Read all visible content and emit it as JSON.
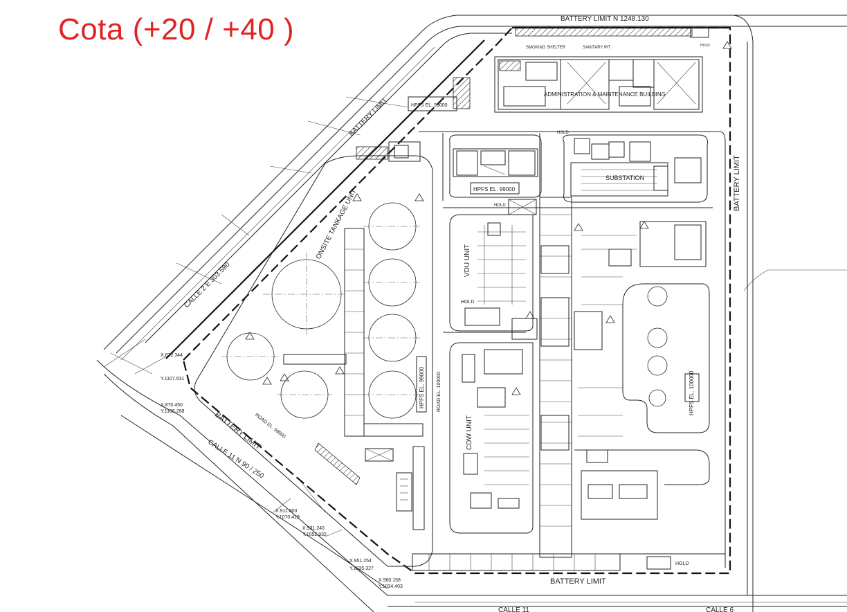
{
  "title": "Cota (+20 / +40 )",
  "labels": {
    "battery_limit_top": "BATTERY LIMIT  N 1248.130",
    "battery_limit_right": "BATTERY LIMIT",
    "battery_limit_bottom": "BATTERY LIMIT",
    "battery_limit_diag_upper": "BATTERY LIMIT",
    "battery_limit_diag_lower": "BATTERY LIMIT",
    "calle_upper": "CALLE 2    E 303.590",
    "calle_lower": "CALLE 11    N 90 / 250",
    "calle_bottom": "CALLE 11",
    "calle_bottom_right": "CALLE 6",
    "smoking_shelter": "SMOKING SHELTER",
    "sanitary_pit": "SANITARY PIT",
    "admin_building": "ADMINISTRATION & MAINTENANCE BUILDING",
    "substation": "SUBSTATION",
    "onsite_tankage": "ONSITE TANKAGE UNIT",
    "vdu_unit": "VDU UNIT",
    "cdw_unit": "CDW UNIT",
    "hpfs_1": "HPFS EL. 99000",
    "hpfs_2": "HPFS EL. 99000",
    "hpfs_3": "HPFS EL. 99000",
    "hpfs_4": "HPFS EL. 100000",
    "road_el_1": "ROAD EL. 99000",
    "road_el_2": "ROAD EL. 100000",
    "hold_1": "HOLD",
    "hold_2": "HOLD",
    "hold_3": "HOLD",
    "hold_4": "HOLD",
    "hold_5": "HOLD"
  },
  "coordinates": {
    "c1x": "X.872.344",
    "c1y": "Y.1107.631",
    "c2x": "X.870.450",
    "c2y": "Y.1106.288",
    "c3x": "X.911.803",
    "c3y": "Y.1070.419",
    "c4x": "X.931.240",
    "c4y": "Y.1052.932",
    "c5x": "X.951.254",
    "c5y": "Y.1035.327",
    "c6x": "X.960.158",
    "c6y": "Y.1034.403"
  },
  "colors": {
    "title": "#e02424",
    "line": "#222222",
    "background": "#ffffff"
  }
}
